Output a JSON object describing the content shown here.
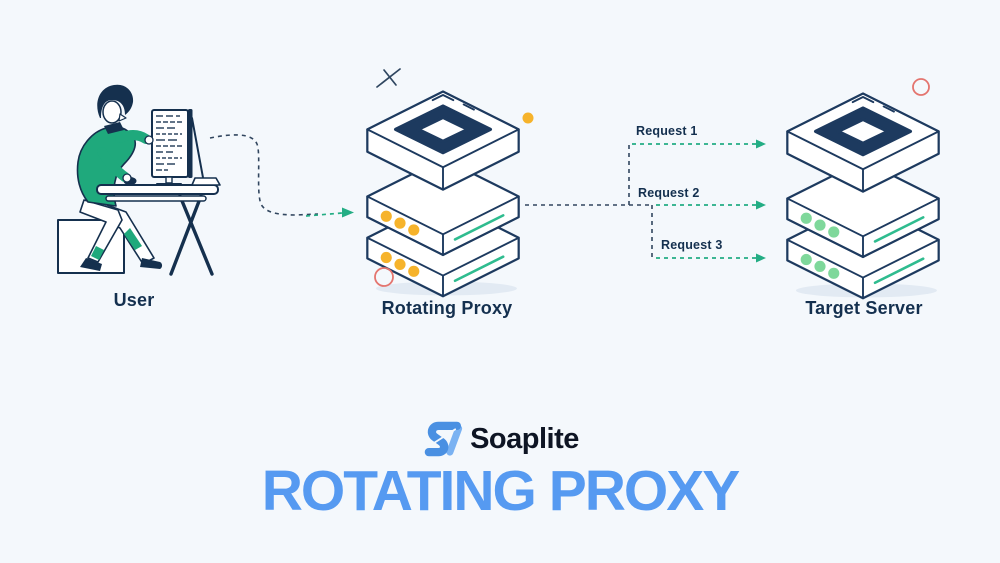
{
  "diagram": {
    "user_label": "User",
    "proxy_label": "Rotating Proxy",
    "target_label": "Target Server",
    "requests": [
      {
        "label": "Request 1"
      },
      {
        "label": "Request 2"
      },
      {
        "label": "Request 3"
      }
    ]
  },
  "branding": {
    "logo_text": "Soaplite",
    "title": "ROTATING PROXY"
  },
  "icons": {
    "logo_mark": "soaplite-logo-icon",
    "proxy_decorations": [
      "plus-sparkle-icon",
      "yellow-dot-decoration",
      "red-circle-decoration"
    ],
    "target_decorations": [
      "red-circle-decoration"
    ],
    "nodes": [
      "user-illustration",
      "server-stack-icon",
      "server-stack-icon"
    ]
  },
  "colors": {
    "background": "#f4f8fc",
    "outline_navy": "#1d3a5f",
    "label_navy": "#14304f",
    "arrow_teal": "#23ad84",
    "sweater_green": "#1fa97c",
    "proxy_led_yellow": "#f6b32b",
    "target_led_green": "#7fd89b",
    "red_accent": "#e4756f",
    "title_blue": "#569af1",
    "logo_blue": "#4a90e2",
    "logo_blue_light": "#7ab2f2"
  }
}
